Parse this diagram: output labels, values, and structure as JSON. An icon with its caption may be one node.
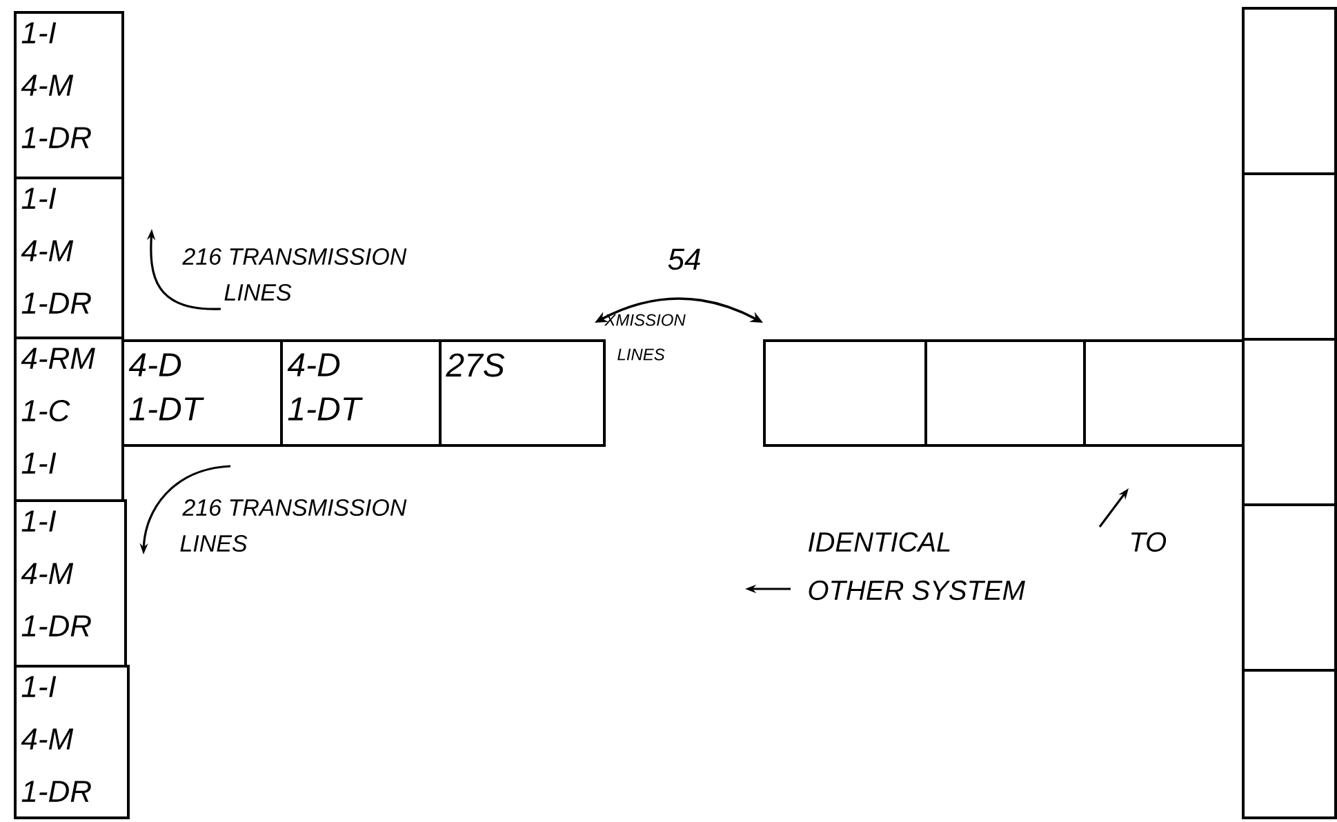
{
  "diagram": {
    "nodes": [
      {
        "text": [
          "1-I",
          "4-M",
          "1-DR"
        ]
      },
      {
        "text": [
          "1-I",
          "4-M",
          "1-DR"
        ]
      },
      {
        "text": [
          "4-RM",
          "1-C",
          "1-I"
        ]
      },
      {
        "text": [
          "1-I",
          "4-M",
          "1-DR"
        ]
      },
      {
        "text": [
          "1-I",
          "4-M",
          "1-DR"
        ]
      },
      {
        "text": [
          "4-D",
          "1-DT"
        ]
      },
      {
        "text": [
          "4-D",
          "1-DT"
        ]
      },
      {
        "text": [
          "27S"
        ]
      },
      {
        "text": [],
        "shape": "box"
      },
      {
        "text": [],
        "shape": "box"
      },
      {
        "text": [],
        "shape": "box"
      },
      {
        "text": [],
        "shape": "box"
      },
      {
        "text": [],
        "shape": "box"
      },
      {
        "text": [],
        "shape": "box"
      },
      {
        "text": [],
        "shape": "box"
      },
      {
        "text": [],
        "shape": "box"
      }
    ],
    "edges": [
      {
        "from": 7,
        "to": 8,
        "arrow": "both",
        "label": "54"
      }
    ],
    "labels": [
      "216 TRANSMISSION",
      "LINES",
      "XMISSION",
      "LINES",
      "216 TRANSMISSION",
      "LINES",
      "IDENTICAL",
      "TO",
      "OTHER SYSTEM"
    ]
  }
}
